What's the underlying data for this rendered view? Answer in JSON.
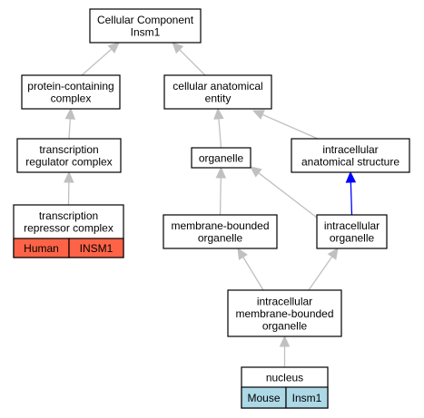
{
  "colors": {
    "edge_default": "#c0c0c0",
    "edge_highlight": "#0000ff",
    "human_cell": "#ff6347",
    "mouse_cell": "#add8e6"
  },
  "nodes": {
    "root": {
      "lines": [
        "Cellular Component",
        "Insm1"
      ]
    },
    "protein_complex": {
      "lines": [
        "protein-containing",
        "complex"
      ]
    },
    "cellular_entity": {
      "lines": [
        "cellular anatomical",
        "entity"
      ]
    },
    "transcription_regulator": {
      "lines": [
        "transcription",
        "regulator complex"
      ]
    },
    "organelle": {
      "lines": [
        "organelle"
      ]
    },
    "intracellular_structure": {
      "lines": [
        "intracellular",
        "anatomical structure"
      ]
    },
    "transcription_repressor": {
      "lines": [
        "transcription",
        "repressor complex"
      ],
      "species": "Human",
      "gene": "INSM1"
    },
    "membrane_bounded": {
      "lines": [
        "membrane-bounded",
        "organelle"
      ]
    },
    "intracellular_organelle": {
      "lines": [
        "intracellular",
        "organelle"
      ]
    },
    "intracellular_membrane": {
      "lines": [
        "intracellular",
        "membrane-bounded",
        "organelle"
      ]
    },
    "nucleus": {
      "lines": [
        "nucleus"
      ],
      "species": "Mouse",
      "gene": "Insm1"
    }
  },
  "edges": [
    {
      "from": "protein_complex",
      "to": "root",
      "color": "gray"
    },
    {
      "from": "cellular_entity",
      "to": "root",
      "color": "gray"
    },
    {
      "from": "transcription_regulator",
      "to": "protein_complex",
      "color": "gray"
    },
    {
      "from": "organelle",
      "to": "cellular_entity",
      "color": "gray"
    },
    {
      "from": "intracellular_structure",
      "to": "cellular_entity",
      "color": "gray"
    },
    {
      "from": "transcription_repressor",
      "to": "transcription_regulator",
      "color": "gray"
    },
    {
      "from": "membrane_bounded",
      "to": "organelle",
      "color": "gray"
    },
    {
      "from": "intracellular_organelle",
      "to": "organelle",
      "color": "gray"
    },
    {
      "from": "intracellular_organelle",
      "to": "intracellular_structure",
      "color": "blue"
    },
    {
      "from": "intracellular_membrane",
      "to": "membrane_bounded",
      "color": "gray"
    },
    {
      "from": "intracellular_membrane",
      "to": "intracellular_organelle",
      "color": "gray"
    },
    {
      "from": "nucleus",
      "to": "intracellular_membrane",
      "color": "gray"
    }
  ]
}
